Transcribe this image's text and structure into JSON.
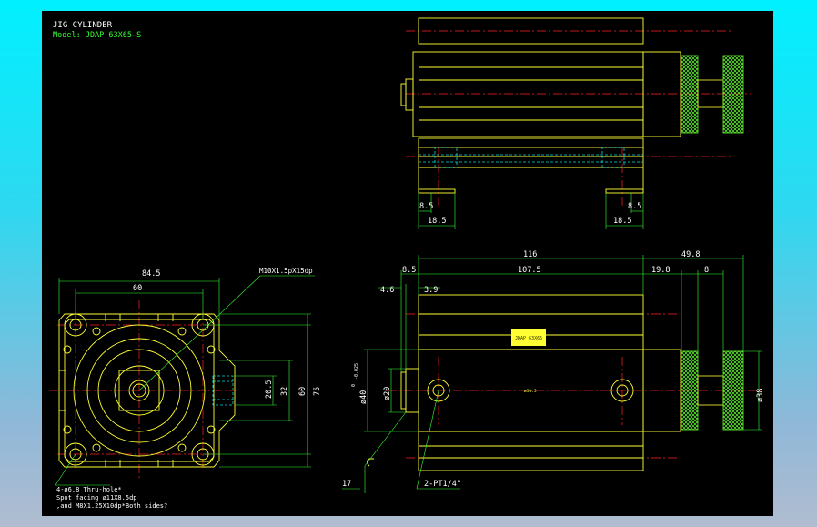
{
  "title_block": {
    "title": "JIG CYLINDER",
    "model": "Model: JDAP 63X65-S"
  },
  "front_view": {
    "dim_width_outer": "84.5",
    "dim_width_inner": "60",
    "callout_thread": "M10X1.5pX15dp",
    "dim_port_spacing": "20.5",
    "dim_height_inner": "32",
    "dim_height_mid": "60",
    "dim_height_outer": "75",
    "note_line1": "4-ø6.8  Thru-hole*",
    "note_line2": "Spot facing  ø11X8.5dp",
    "note_line3": ",and M8X1.25X10dp*Both sides?"
  },
  "top_view": {
    "dim_left_small": "8.5",
    "dim_left_large": "18.5",
    "dim_right_small": "8.5",
    "dim_right_large": "18.5"
  },
  "side_view": {
    "dim_total": "116",
    "dim_rod_ext": "49.8",
    "dim_head": "8.5",
    "dim_body": "107.5",
    "dim_stroke": "19.8",
    "dim_knob": "8",
    "dim_flange": "4.6",
    "dim_boss": "3.9",
    "dim_bore_dia": "ø40",
    "dim_bore_tol": "-0.025",
    "dim_bore_sup": "0",
    "dim_rod_dia": "ø20",
    "dim_knob_dia": "ø38",
    "dim_pilot": "17",
    "port_callout": "2-PT1/4\"",
    "center_text": "ø50.5",
    "label_text": "JDAP 63X65"
  },
  "colors": {
    "outline": "#ffff33",
    "dimension": "#33ff33",
    "centerline": "#ff2020",
    "hidden": "#00e0e0",
    "text": "#ffffff",
    "knurl": "#66ff33"
  }
}
